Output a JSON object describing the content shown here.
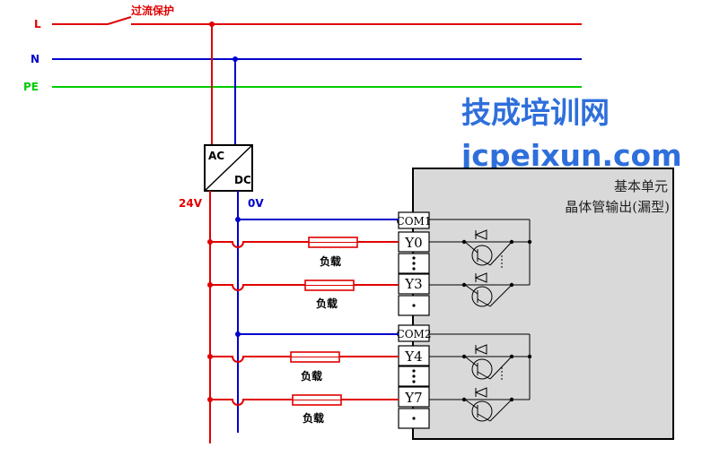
{
  "lines": {
    "L": "L",
    "N": "N",
    "PE": "PE"
  },
  "breaker_label": "过流保护",
  "power_supply": {
    "in": "AC",
    "out": "DC"
  },
  "supply_labels": {
    "plus": "24V",
    "zero": "0V"
  },
  "watermark": {
    "cn": "技成培训网",
    "url": "jcpeixun.com"
  },
  "unit": {
    "title": "基本单元",
    "subtitle": "晶体管输出(漏型)"
  },
  "terminals": [
    "COM1",
    "Y0",
    "Y3",
    "COM2",
    "Y4",
    "Y7"
  ],
  "load_label": "负载",
  "colors": {
    "L": "#e00000",
    "N": "#0000cc",
    "PE": "#00cc00",
    "unit_bg": "#d9d9d9",
    "watermark": "#2e6fdc"
  }
}
